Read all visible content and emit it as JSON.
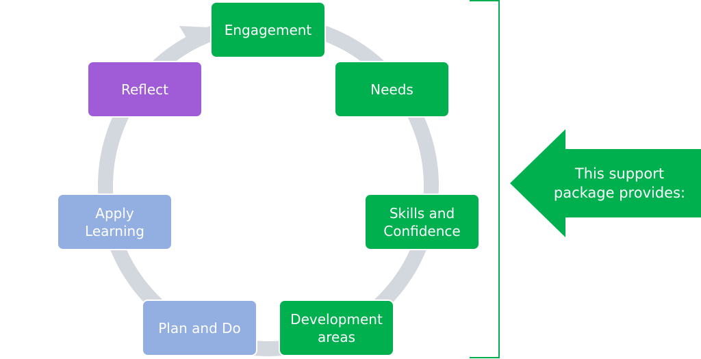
{
  "cycle": {
    "nodes": [
      {
        "label": "Engagement",
        "color": "#00b04f"
      },
      {
        "label": "Needs",
        "color": "#00b04f"
      },
      {
        "label": "Skills and Confidence",
        "color": "#00b04f"
      },
      {
        "label": "Development areas",
        "color": "#00b04f"
      },
      {
        "label": "Plan and Do",
        "color": "#93aee0"
      },
      {
        "label": "Apply Learning",
        "color": "#93aee0"
      },
      {
        "label": "Reflect",
        "color": "#a05cd6"
      }
    ],
    "ring_color": "#d3d7de"
  },
  "callout": {
    "text": "This support package provides:",
    "color": "#00b04f"
  },
  "bracket": {
    "color": "#00b04f"
  }
}
